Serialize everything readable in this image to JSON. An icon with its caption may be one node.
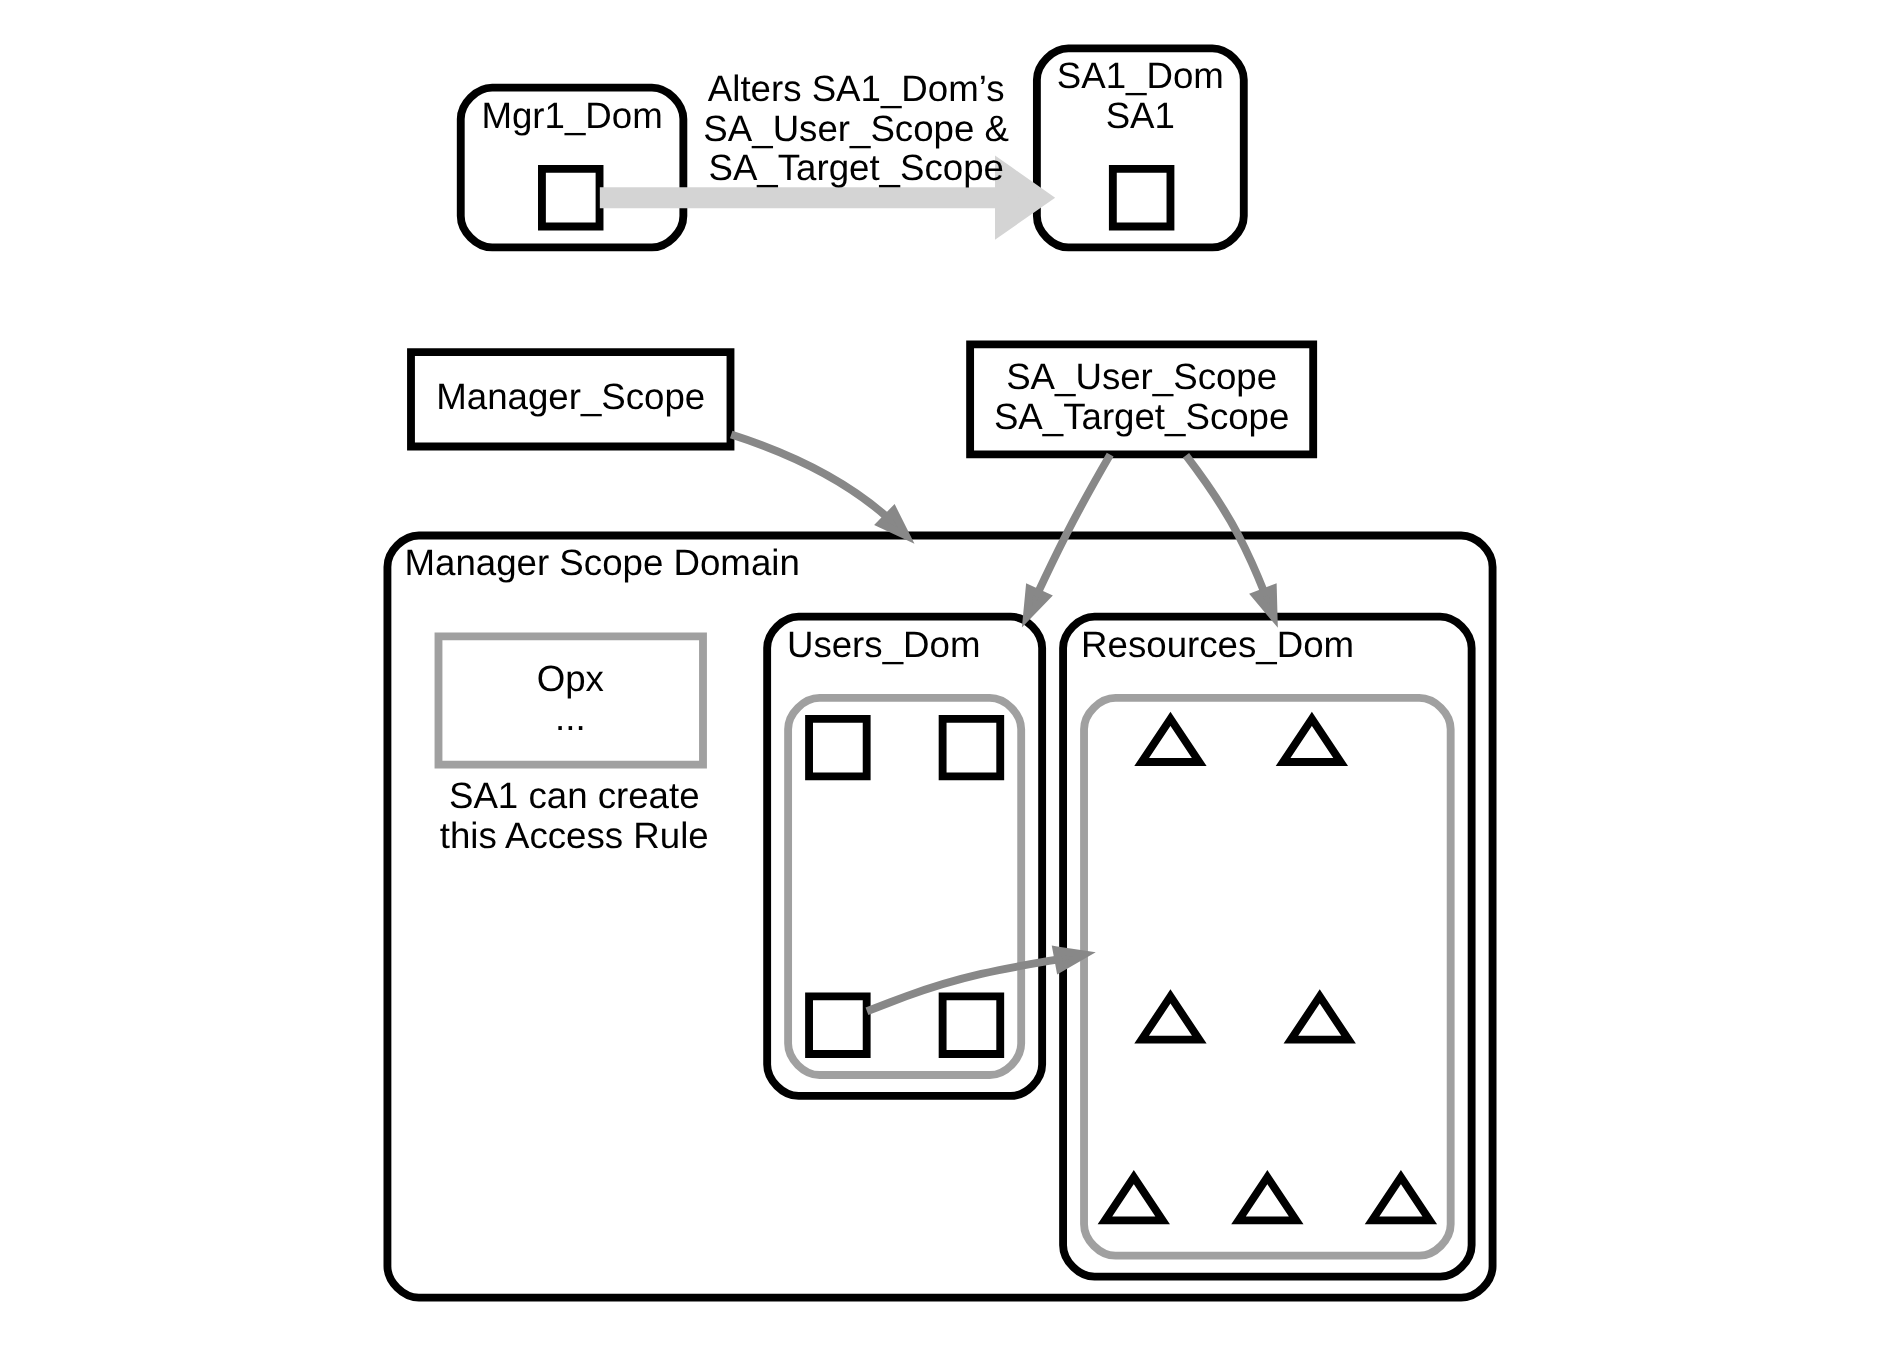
{
  "diagram": {
    "nodes": [
      {
        "text": [
          "Mgr1_Dom"
        ]
      },
      {
        "text": [],
        "shape": "box",
        "in": 0
      },
      {
        "text": [
          "Manager_Scope"
        ]
      },
      {
        "text": [
          "SA1_Dom",
          "SA1"
        ]
      },
      {
        "text": [],
        "shape": "box",
        "in": 3
      },
      {
        "text": [
          "SA_User_Scope",
          "SA_Target_Scope"
        ]
      },
      {
        "text": [
          "Manager Scope Domain"
        ]
      },
      {
        "text": [
          "Users_Dom"
        ],
        "in": 6
      },
      {
        "text": [],
        "shape": "box",
        "in": 7
      },
      {
        "text": [],
        "shape": "box",
        "in": 8
      },
      {
        "text": [],
        "shape": "box",
        "in": 8
      },
      {
        "text": [],
        "shape": "box",
        "in": 8
      },
      {
        "text": [],
        "shape": "box",
        "in": 8
      },
      {
        "text": [
          "Resources_Dom"
        ],
        "in": 6
      },
      {
        "text": [],
        "shape": "box",
        "in": 13
      },
      {
        "text": [],
        "shape": "triangle",
        "in": 14
      },
      {
        "text": [],
        "shape": "triangle",
        "in": 14
      },
      {
        "text": [],
        "shape": "triangle",
        "in": 14
      },
      {
        "text": [],
        "shape": "triangle",
        "in": 14
      },
      {
        "text": [],
        "shape": "triangle",
        "in": 14
      },
      {
        "text": [],
        "shape": "triangle",
        "in": 14
      },
      {
        "text": [],
        "shape": "triangle",
        "in": 14
      },
      {
        "text": [
          "Opx",
          "..."
        ],
        "in": 6,
        "beside": [
          "SA1 can create this Access Rule"
        ]
      }
    ],
    "edges": [
      {
        "from": 1,
        "to": 3,
        "arrow": "to",
        "label": "Alters SA1_Dom’s SA_User_Scope & SA_Target_Scope",
        "style": "thick",
        "color": "#d4d4d4"
      },
      {
        "from": 2,
        "to": 6,
        "arrow": "to"
      },
      {
        "from": 5,
        "to": 7,
        "arrow": "to"
      },
      {
        "from": 5,
        "to": 13,
        "arrow": "to"
      },
      {
        "from": 12,
        "to": 14,
        "arrow": "to"
      }
    ]
  }
}
